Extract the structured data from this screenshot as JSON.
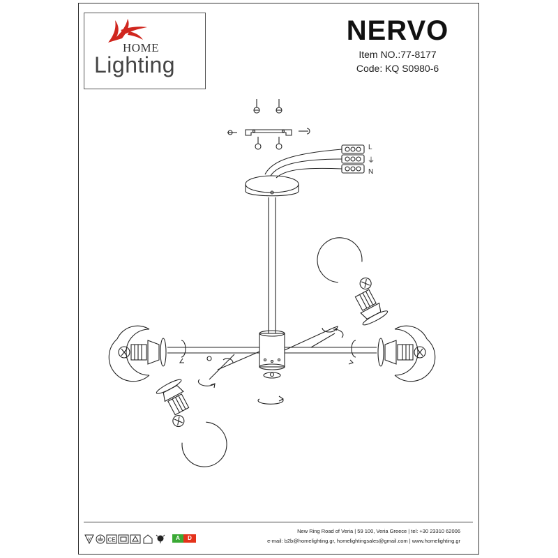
{
  "brand": {
    "home": "HOME",
    "lighting": "Lighting"
  },
  "product": {
    "name": "NERVO",
    "item_no": "Item NO.:77-8177",
    "code": "Code:  KQ S0980-6"
  },
  "wiring": {
    "live": "L",
    "earth": "⏚",
    "neutral": "N"
  },
  "footer": {
    "address": "New Ring Road of Veria | 59 100, Veria Greece | tel: +30 23310 62006",
    "contact": "e-mail: b2b@homelighting.gr, homelightingsales@gmail.com | www.homelighting.gr"
  },
  "energy": {
    "from": "A",
    "to": "D",
    "from_color": "#3aa935",
    "to_color": "#e4321b"
  },
  "icons": [
    "voltage-icon",
    "earth-icon",
    "ce-mark-icon",
    "class-icon",
    "recycle-icon",
    "indoor-icon",
    "bulb-icon"
  ]
}
